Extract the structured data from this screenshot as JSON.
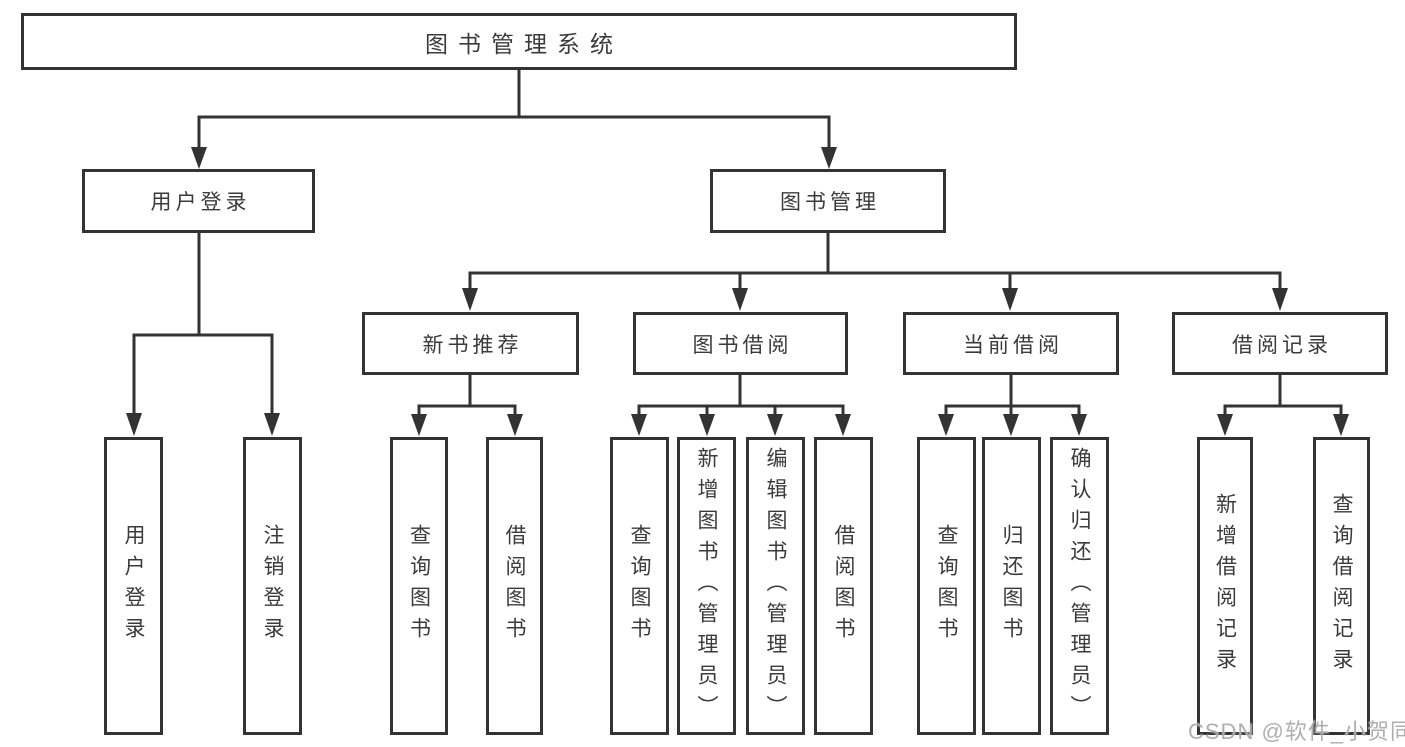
{
  "tree": {
    "root": {
      "label": "图书管理系统"
    },
    "branches": [
      {
        "label": "用户登录",
        "leaves": [
          {
            "label": "用户登录"
          },
          {
            "label": "注销登录"
          }
        ]
      },
      {
        "label": "图书管理",
        "modules": [
          {
            "label": "新书推荐",
            "leaves": [
              {
                "label": "查询图书"
              },
              {
                "label": "借阅图书"
              }
            ]
          },
          {
            "label": "图书借阅",
            "leaves": [
              {
                "label": "查询图书"
              },
              {
                "label": "新增图书（管理员）"
              },
              {
                "label": "编辑图书（管理员）"
              },
              {
                "label": "借阅图书"
              }
            ]
          },
          {
            "label": "当前借阅",
            "leaves": [
              {
                "label": "查询图书"
              },
              {
                "label": "归还图书"
              },
              {
                "label": "确认归还（管理员）"
              }
            ]
          },
          {
            "label": "借阅记录",
            "leaves": [
              {
                "label": "新增借阅记录"
              },
              {
                "label": "查询借阅记录"
              }
            ]
          }
        ]
      }
    ]
  },
  "watermark": {
    "text": "CSDN @软件_小贺同学"
  },
  "colors": {
    "line": "#333333",
    "text": "#3b3b3b",
    "background": "#ffffff",
    "watermark": "#a8a8a8"
  }
}
